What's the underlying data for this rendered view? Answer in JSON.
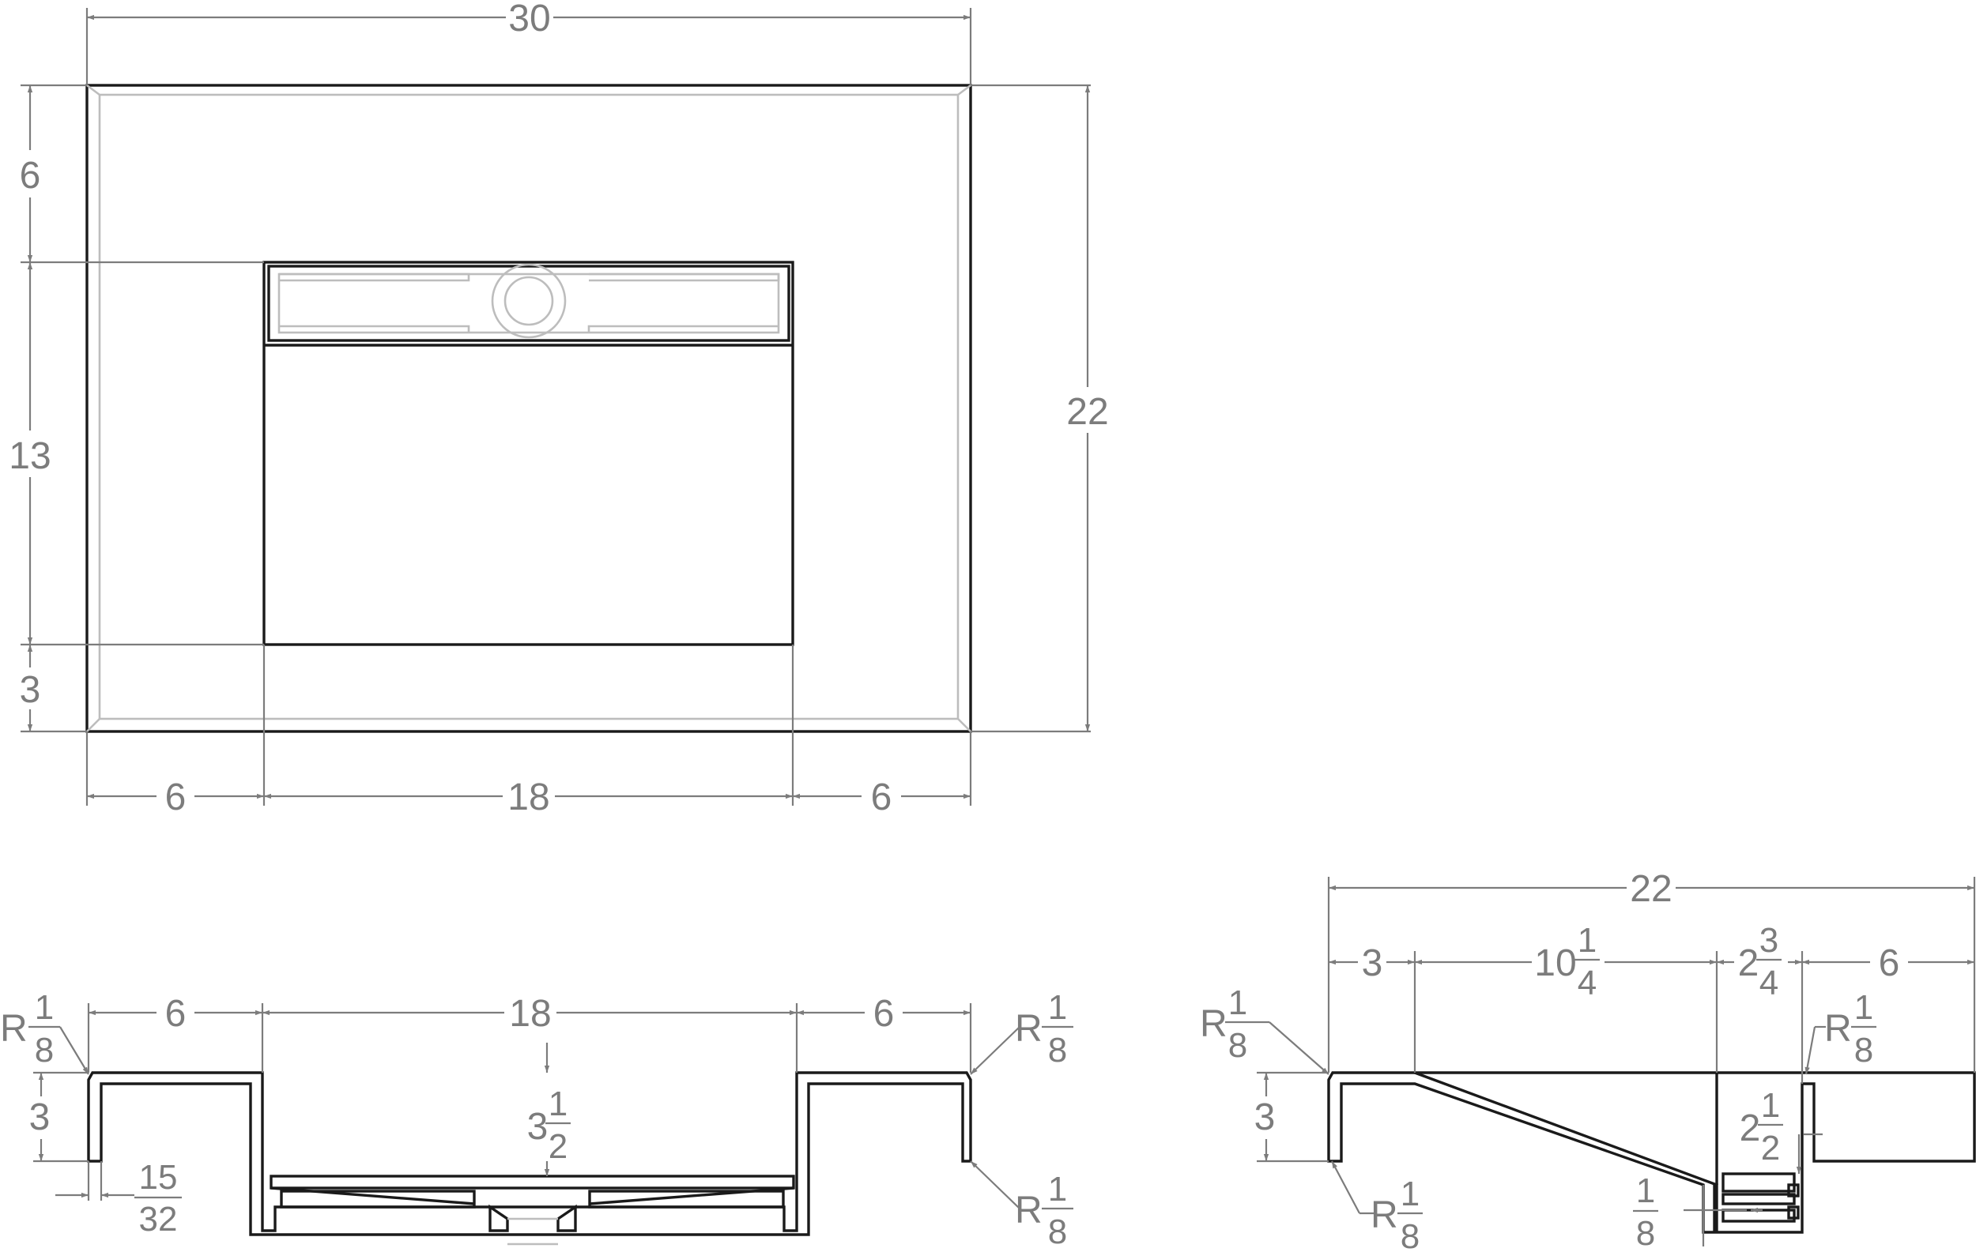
{
  "top_view": {
    "overall_width": "30",
    "overall_depth": "22",
    "back_margin": "6",
    "basin_depth": "13",
    "front_margin": "3",
    "left_margin": "6",
    "basin_width": "18",
    "right_margin": "6"
  },
  "front_section": {
    "left_deck": "6",
    "basin_width": "18",
    "right_deck": "6",
    "radius_prefix": "R",
    "radius_top_left": {
      "num": "1",
      "den": "8"
    },
    "radius_top_right": {
      "num": "1",
      "den": "8"
    },
    "radius_bottom_right": {
      "num": "1",
      "den": "8"
    },
    "lip_height": "3",
    "basin_depth": {
      "whole": "3",
      "num": "1",
      "den": "2"
    },
    "wall_thickness": {
      "num": "15",
      "den": "32"
    }
  },
  "side_section": {
    "overall_depth": "22",
    "front_deck": "3",
    "slope_length": {
      "whole": "10",
      "num": "1",
      "den": "4"
    },
    "trough": {
      "whole": "2",
      "num": "3",
      "den": "4"
    },
    "back_deck": "6",
    "radius_prefix": "R",
    "radius_front_top": {
      "num": "1",
      "den": "8"
    },
    "radius_front_bottom": {
      "num": "1",
      "den": "8"
    },
    "radius_back": {
      "num": "1",
      "den": "8"
    },
    "lip_height": "3",
    "trough_depth": {
      "whole": "2",
      "num": "1",
      "den": "2"
    },
    "slot_gap": {
      "num": "1",
      "den": "8"
    }
  }
}
